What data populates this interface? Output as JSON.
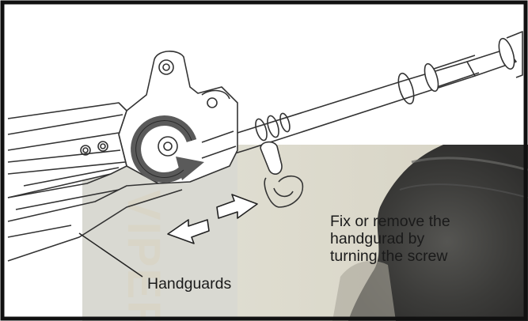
{
  "labels": {
    "instruction_line1": "Fix or remove the",
    "instruction_line2": "handgurad by",
    "instruction_line3": "turning the screw",
    "handguards": "Handguards"
  },
  "watermark": {
    "text": "VIPER"
  },
  "icons": [
    "rotate-arrow-icon",
    "double-arrow-icon"
  ],
  "colors": {
    "border": "#111111",
    "photo_overlay": "#d8d5c4",
    "rotate_icon": "#5a5a5a",
    "line_art": "#333333"
  }
}
